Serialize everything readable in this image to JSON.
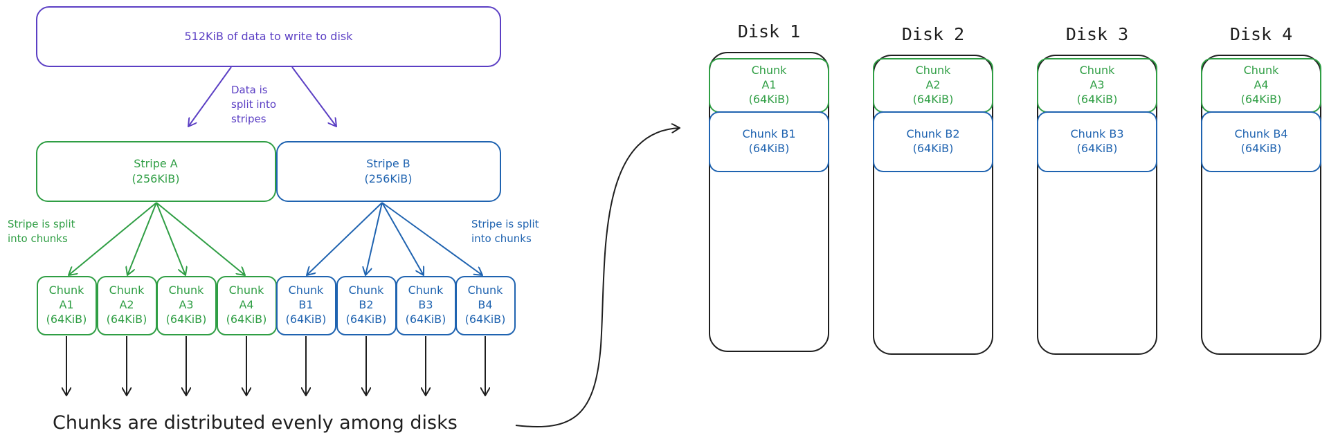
{
  "colors": {
    "purple": "#5b3fc4",
    "green": "#2f9e44",
    "blue": "#1f63b0",
    "dark": "#1e1e1e"
  },
  "source": {
    "label": "512KiB of data to write to disk"
  },
  "split_note": [
    "Data is",
    "split into",
    "stripes"
  ],
  "stripes": [
    {
      "title": "Stripe A",
      "size": "(256KiB)"
    },
    {
      "title": "Stripe B",
      "size": "(256KiB)"
    }
  ],
  "stripe_notes": {
    "a": [
      "Stripe is split",
      "into chunks"
    ],
    "b": [
      "Stripe is split",
      "into chunks"
    ]
  },
  "chunks": [
    {
      "l1": "Chunk",
      "l2": "A1",
      "l3": "(64KiB)"
    },
    {
      "l1": "Chunk",
      "l2": "A2",
      "l3": "(64KiB)"
    },
    {
      "l1": "Chunk",
      "l2": "A3",
      "l3": "(64KiB)"
    },
    {
      "l1": "Chunk",
      "l2": "A4",
      "l3": "(64KiB)"
    },
    {
      "l1": "Chunk",
      "l2": "B1",
      "l3": "(64KiB)"
    },
    {
      "l1": "Chunk",
      "l2": "B2",
      "l3": "(64KiB)"
    },
    {
      "l1": "Chunk",
      "l2": "B3",
      "l3": "(64KiB)"
    },
    {
      "l1": "Chunk",
      "l2": "B4",
      "l3": "(64KiB)"
    }
  ],
  "caption": "Chunks are distributed evenly among disks",
  "disks": [
    {
      "title": "Disk 1",
      "a_l1": "Chunk",
      "a_l2": "A1",
      "a_l3": "(64KiB)",
      "b_l1": "Chunk B1",
      "b_l2": "(64KiB)"
    },
    {
      "title": "Disk 2",
      "a_l1": "Chunk",
      "a_l2": "A2",
      "a_l3": "(64KiB)",
      "b_l1": "Chunk B2",
      "b_l2": "(64KiB)"
    },
    {
      "title": "Disk 3",
      "a_l1": "Chunk",
      "a_l2": "A3",
      "a_l3": "(64KiB)",
      "b_l1": "Chunk B3",
      "b_l2": "(64KiB)"
    },
    {
      "title": "Disk 4",
      "a_l1": "Chunk",
      "a_l2": "A4",
      "a_l3": "(64KiB)",
      "b_l1": "Chunk B4",
      "b_l2": "(64KiB)"
    }
  ]
}
